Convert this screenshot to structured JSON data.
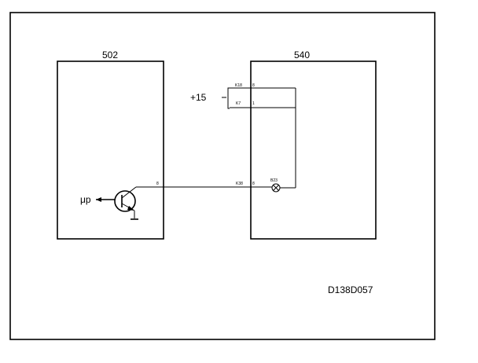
{
  "diagram": {
    "box_left_label": "502",
    "box_right_label": "540",
    "supply_label": "+15",
    "input_label": "μp",
    "pin_top_left_a": "K18",
    "pin_top_left_b": "K7",
    "pin_top_right_a": "8",
    "pin_top_right_b": "1",
    "pin_out_502": "8",
    "pin_in_540_code": "K38",
    "pin_in_540_num": "8",
    "lamp_label": "B23",
    "code": "D138D057"
  },
  "colors": {
    "line": "#000000",
    "background": "#ffffff"
  }
}
